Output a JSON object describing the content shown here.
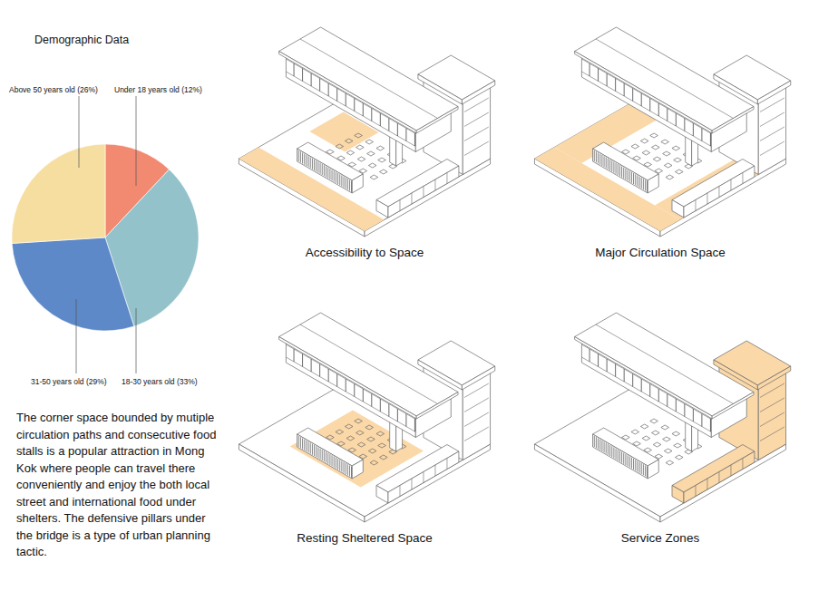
{
  "diagram": {
    "title": "Demographic Data",
    "labels": [
      "Above 50 years old (26%)",
      "Under 18 years old (12%)",
      "31-50 years old (29%)",
      "18-30 years old (33%)",
      "The corner space bounded by mutiple circulation paths and consecutive food stalls is a popular attraction in Mong Kok where people can travel there conveniently and enjoy the both local street and international food under shelters. The defensive pillars under the bridge is a type of urban planning tactic.",
      "Accessibility to Space",
      "Major Circulation Space",
      "Resting Sheltered Space",
      "Service Zones"
    ]
  }
}
